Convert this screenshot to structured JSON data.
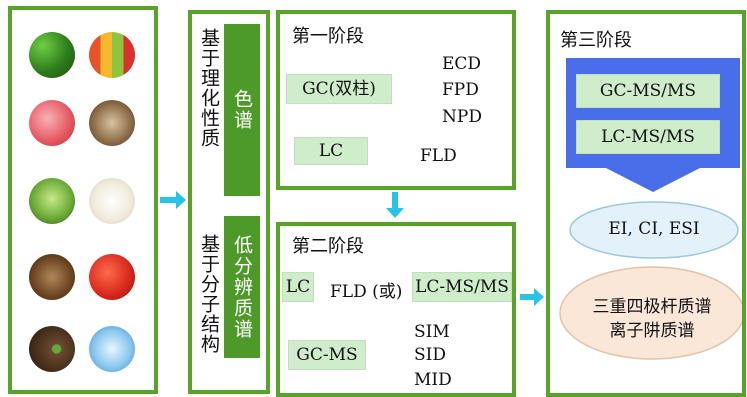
{
  "left_panel": {
    "images": [
      "broccoli",
      "juice",
      "apples",
      "mushrooms",
      "green-tea",
      "milk",
      "dried-herbs",
      "goji-berries",
      "soil",
      "water-glass"
    ]
  },
  "middle_panel": {
    "top_text": "基于理化性质",
    "top_box": "色谱",
    "bottom_text": "基于分子结构",
    "bottom_box": "低分辨质谱"
  },
  "stage1": {
    "title": "第一阶段",
    "gc_label": "GC(双柱)",
    "gc_detectors": [
      "ECD",
      "FPD",
      "NPD"
    ],
    "lc_label": "LC",
    "lc_detector": "FLD"
  },
  "stage2": {
    "title": "第二阶段",
    "lc_label": "LC",
    "fld_or": "FLD (或)",
    "lcmsms_label": "LC-MS/MS",
    "gcms_label": "GC-MS",
    "gcms_modes": [
      "SIM",
      "SID",
      "MID"
    ]
  },
  "stage3": {
    "title": "第三阶段",
    "box1": "GC-MS/MS",
    "box2": "LC-MS/MS",
    "ion_sources": "EI, CI, ESI",
    "analyzer_line1": "三重四极杆质谱",
    "analyzer_line2": "离子阱质谱"
  },
  "colors": {
    "border_green": "#5aa32a",
    "box_green": "#4d9a2a",
    "light_green": "#cfeccb",
    "arrow_cyan": "#28c4e8",
    "funnel_blue": "#4a6ee8",
    "ellipse_blue": "#e3f1fb",
    "ellipse_peach": "#fbe7d8"
  }
}
